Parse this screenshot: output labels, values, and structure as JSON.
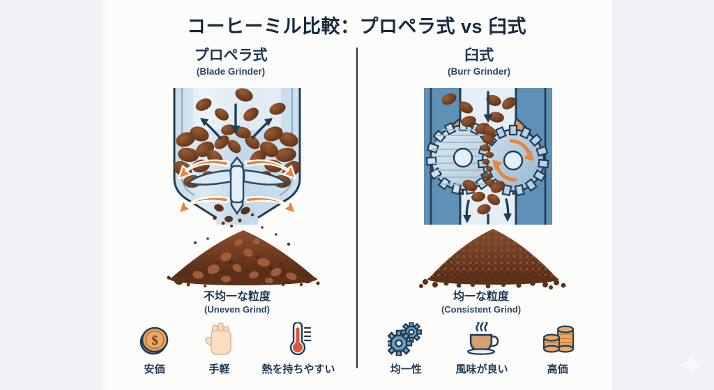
{
  "page": {
    "title": "コーヒーミル比較：プロペラ式 vs 臼式",
    "background_color": "#f1f2f7",
    "canvas_color": "#fcfcfa",
    "ink_color": "#16293d",
    "accent_orange": "#e08a45",
    "bean_brown": "#6b3b22",
    "metal_blue": "#b9cfe0"
  },
  "columns": {
    "left": {
      "heading_ja": "プロペラ式",
      "heading_en": "(Blade Grinder)",
      "grind_ja": "不均一な粒度",
      "grind_en": "(Uneven Grind)",
      "features": [
        {
          "icon": "coin-icon",
          "label": "安価"
        },
        {
          "icon": "hand-icon",
          "label": "手軽"
        },
        {
          "icon": "thermometer-icon",
          "label": "熱を持ちやすい"
        }
      ]
    },
    "right": {
      "heading_ja": "臼式",
      "heading_en": "(Burr Grinder)",
      "grind_ja": "均一な粒度",
      "grind_en": "(Consistent Grind)",
      "features": [
        {
          "icon": "gears-icon",
          "label": "均一性"
        },
        {
          "icon": "coffee-cup-icon",
          "label": "風味が良い"
        },
        {
          "icon": "coin-stack-icon",
          "label": "高価"
        }
      ]
    }
  },
  "illustrations": {
    "blade_grinder": {
      "name": "blade-grinder-illustration",
      "description_parts": [
        "chamber",
        "spinning-blade",
        "coffee-beans",
        "orange-rotation-arrows",
        "navy-flow-arrows"
      ]
    },
    "burr_grinder": {
      "name": "burr-grinder-illustration",
      "description_parts": [
        "chamber",
        "left-burr-wheel",
        "right-burr-wheel",
        "coffee-beans",
        "orange-rotation-arrow",
        "navy-flow-arrows"
      ]
    },
    "uneven_pile": {
      "name": "uneven-grind-pile"
    },
    "consistent_pile": {
      "name": "consistent-grind-pile"
    }
  },
  "watermark": {
    "icon": "sparkle-icon"
  }
}
